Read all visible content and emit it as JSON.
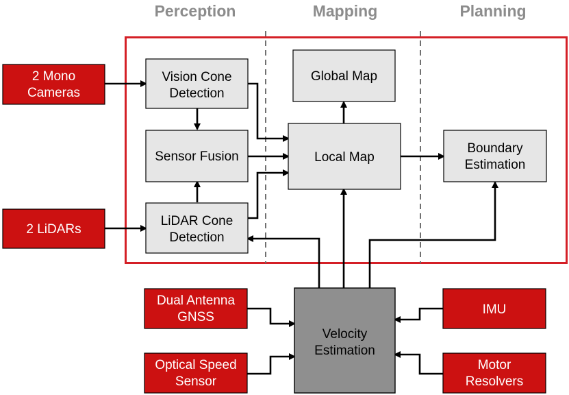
{
  "headers": {
    "perception": "Perception",
    "mapping": "Mapping",
    "planning": "Planning"
  },
  "nodes": {
    "mono_cameras": [
      "2 Mono",
      "Cameras"
    ],
    "lidars": [
      "2 LiDARs"
    ],
    "vision_cone": [
      "Vision Cone",
      "Detection"
    ],
    "sensor_fusion": [
      "Sensor Fusion"
    ],
    "lidar_cone": [
      "LiDAR Cone",
      "Detection"
    ],
    "global_map": [
      "Global Map"
    ],
    "local_map": [
      "Local Map"
    ],
    "boundary": [
      "Boundary",
      "Estimation"
    ],
    "gnss": [
      "Dual Antenna",
      "GNSS"
    ],
    "optical": [
      "Optical Speed",
      "Sensor"
    ],
    "velocity": [
      "Velocity",
      "Estimation"
    ],
    "imu": [
      "IMU"
    ],
    "motor": [
      "Motor",
      "Resolvers"
    ]
  },
  "colors": {
    "sensor_red": "#cc1111",
    "module_gray": "#e6e6e6",
    "velocity_gray": "#8f8f8f",
    "frame_red": "#d41f26",
    "header_gray": "#8c8c8c"
  }
}
